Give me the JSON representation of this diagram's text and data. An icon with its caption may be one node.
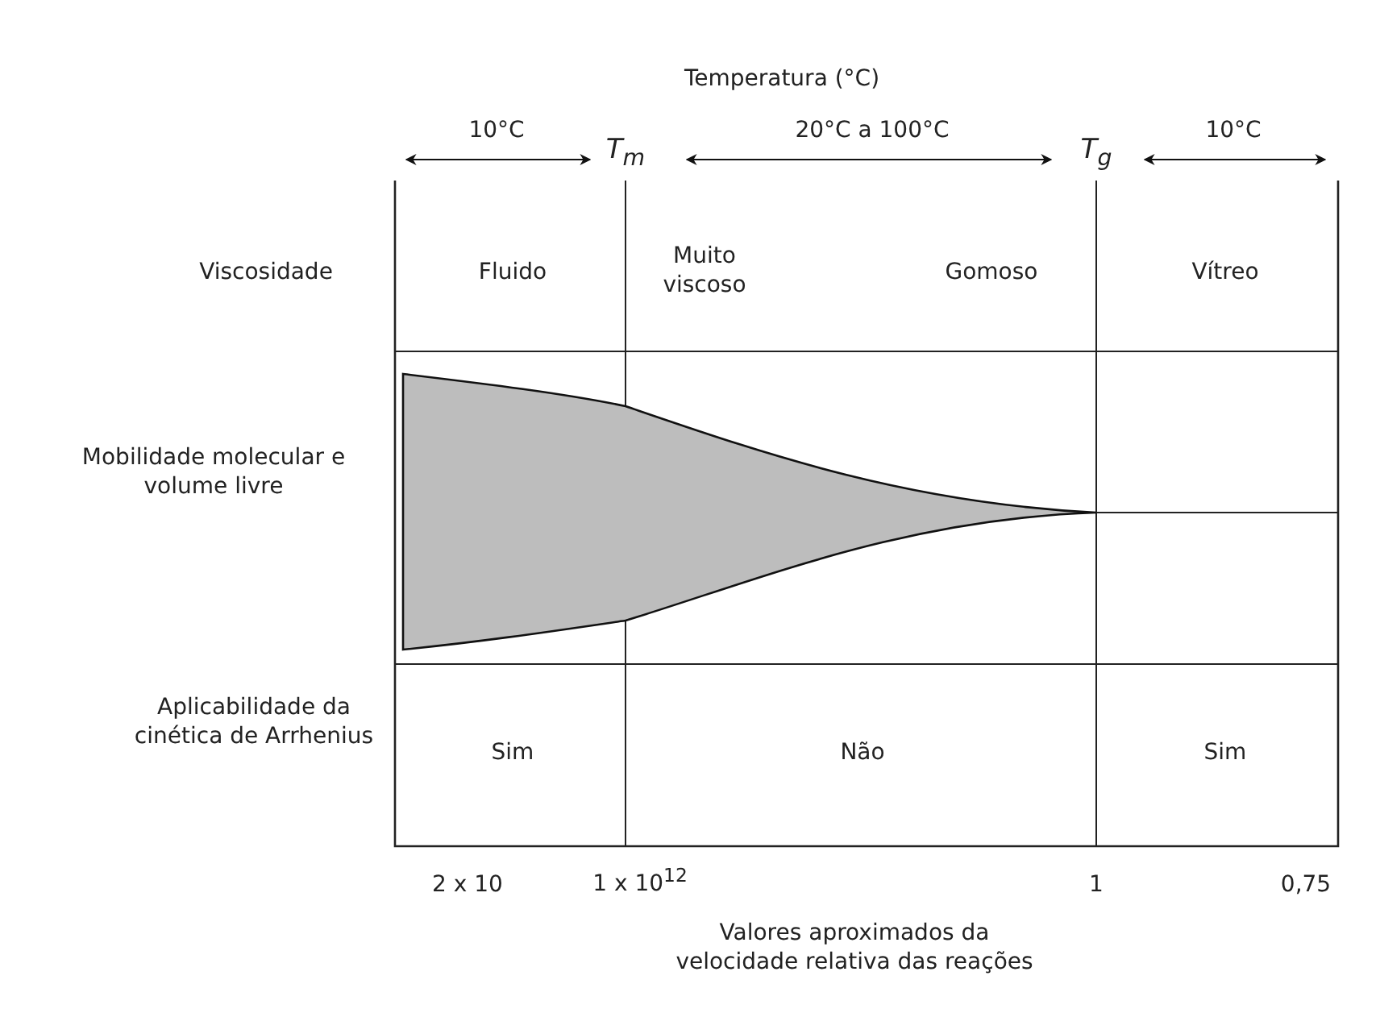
{
  "diagram": {
    "labels": [
      "Temperatura (°C)",
      "10°C",
      "20°C a 100°C",
      "10°C",
      "T$_{m}$",
      "T$_{g}$",
      "Viscosidade",
      "Fluido",
      "Muito viscoso",
      "Gomoso",
      "Vítreo",
      "Mobilidade molecular e volume livre",
      "Aplicabilidade da cinética de Arrhenius",
      "Sim",
      "Não",
      "Sim",
      "2 x 10",
      "1 x 10$^{12}$",
      "1",
      "0,75",
      "Valores aproximados da velocidade relativa das reações"
    ]
  }
}
